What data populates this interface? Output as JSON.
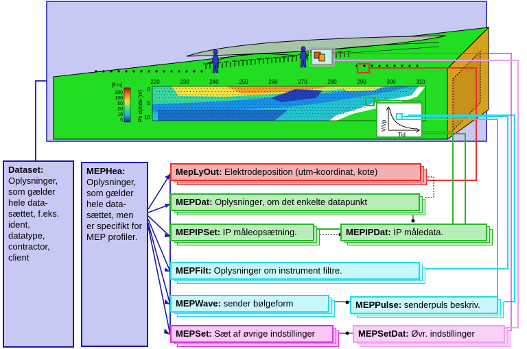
{
  "profile": {
    "x_ticks": [
      "220",
      "230",
      "240",
      "250",
      "260",
      "270",
      "280",
      "290",
      "300",
      "310"
    ],
    "depth_label": "Ps dybde [m]",
    "depth_ticks": [
      "0",
      "5",
      "10"
    ],
    "colorbar_label": "[fi m]",
    "colorbar_ticks": [
      "200",
      "100",
      "50",
      "20",
      "10",
      "5"
    ],
    "inset_y_label": "V/Vp",
    "inset_x_label": "Tid"
  },
  "dataset": {
    "title": "Dataset:",
    "text": "Oplysninger, som gælder hele data-sættet, f.eks. ident, datatype, contractor, client"
  },
  "mephea": {
    "title": "MEPHea:",
    "text": "Oplysninger, som gælder hele data-sættet, men er specifikt for MEP profiler."
  },
  "tables": [
    {
      "name": "MepLyOut:",
      "desc": " Elektrodeposition (utm-koordinat, kote)"
    },
    {
      "name": "MEPDat:",
      "desc": " Oplysninger, om det enkelte datapunkt"
    },
    {
      "name": "MEPIPSet:",
      "desc": " IP måleopsætning."
    },
    {
      "name": "MEPIPDat:",
      "desc": " IP måledata."
    },
    {
      "name": "MEPFilt:",
      "desc": " Oplysninger om instrument filtre."
    },
    {
      "name": "MEPWave:",
      "desc": " sender bølgeform"
    },
    {
      "name": "MEPPulse:",
      "desc": " senderpuls beskriv."
    },
    {
      "name": "MEPSet:",
      "desc": " Sæt af øvrige indstillinger"
    },
    {
      "name": "MEPSetDat:",
      "desc": " Øvr. indstillinger"
    }
  ],
  "colors": {
    "red": "#e83030",
    "red_fill": "#f4b0b0",
    "green": "#2ab52a",
    "green_fill": "#b8ecb8",
    "cyan": "#22d8e8",
    "cyan_fill": "#c8f8fc",
    "magenta": "#e030e0",
    "magenta_fill": "#f8c8f8",
    "sky": "#c8c8f4",
    "ground": "#22dd22",
    "navy": "#1a1aa8"
  }
}
